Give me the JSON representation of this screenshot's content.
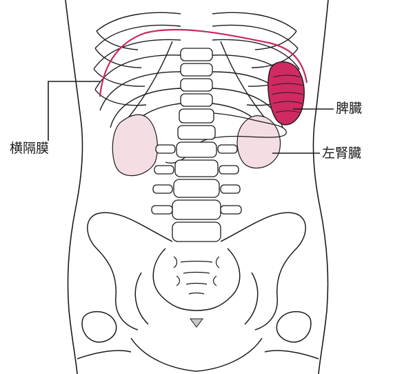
{
  "labels": {
    "diaphragm": "横隔膜",
    "spleen": "脾臓",
    "left_kidney": "左腎臓"
  },
  "colors": {
    "outline": "#1a1a1a",
    "diaphragm_line": "#c8285a",
    "spleen_fill": "#d02a62",
    "organ_fill": "#f4dde3",
    "background": "#ffffff"
  }
}
